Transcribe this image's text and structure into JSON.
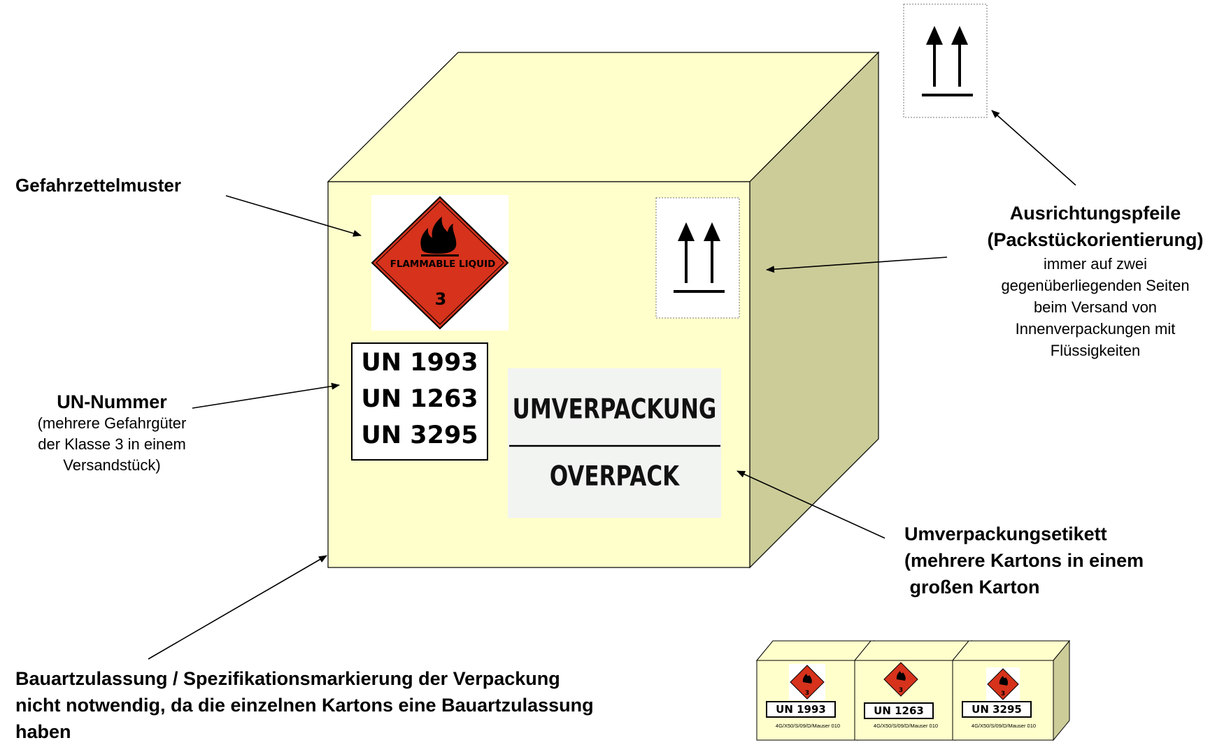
{
  "labels": {
    "gefahrzettel": "Gefahrzettelmuster",
    "un_nummer": {
      "title": "UN-Nummer",
      "lines": [
        "(mehrere Gefahrgüter",
        "der Klasse 3 in einem",
        "Versandstück)"
      ]
    },
    "ausrichtung": {
      "title_lines": [
        "Ausrichtungspfeile",
        "(Packstückorientierung)"
      ],
      "lines": [
        "immer auf zwei",
        "gegenüberliegenden Seiten",
        "beim Versand von",
        "Innenverpackungen mit",
        "Flüssigkeiten"
      ]
    },
    "umverpackungsetikett": {
      "lines": [
        "Umverpackungsetikett",
        "(mehrere Kartons in einem",
        " großen Karton"
      ]
    },
    "bauart": {
      "lines": [
        "Bauartzulassung / Spezifikationsmarkierung der Verpackung",
        "nicht notwendig, da die einzelnen Kartons eine Bauartzulassung",
        "haben"
      ]
    }
  },
  "hazard_label": {
    "text": "FLAMMABLE LIQUID",
    "class_number": "3",
    "color": "#d6321c"
  },
  "un_numbers": [
    "UN 1993",
    "UN 1263",
    "UN 3295"
  ],
  "overpack": {
    "top": "UMVERPACKUNG",
    "bottom": "OVERPACK"
  },
  "small_boxes": [
    {
      "un": "UN 1993",
      "spec": "4G/X50/S/09/D/Mauser 010",
      "class_number": "3"
    },
    {
      "un": "UN 1263",
      "spec": "4G/X50/S/09/D/Mauser 010",
      "class_number": "3"
    },
    {
      "un": "UN 3295",
      "spec": "4G/X50/S/09/D/Mauser 010",
      "class_number": "3"
    }
  ],
  "colors": {
    "box_front": "#ffffcc",
    "box_top": "#ffffcc",
    "box_side": "#cccc99",
    "hazard_red": "#d6321c"
  }
}
